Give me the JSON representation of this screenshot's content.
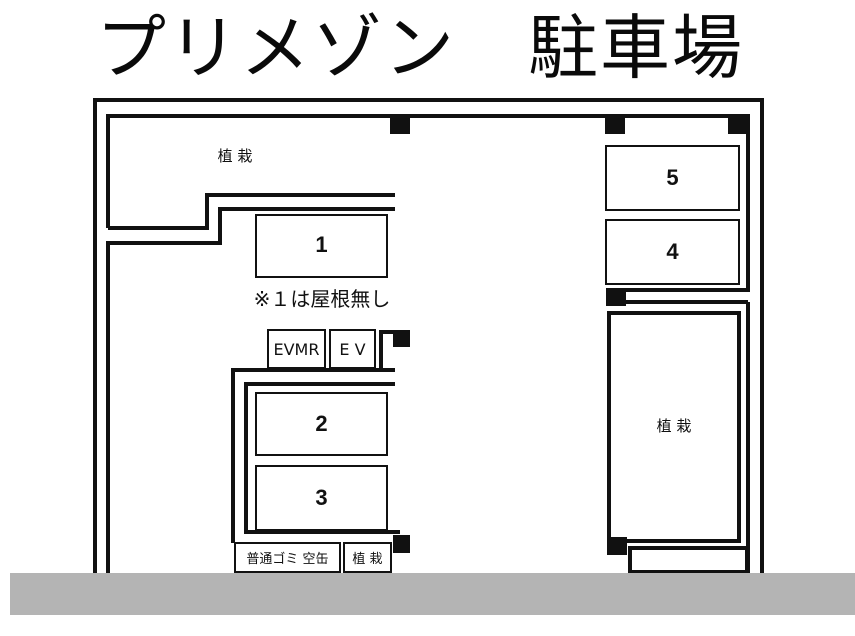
{
  "title": "プリメゾン　駐車場",
  "parking_spaces": [
    {
      "number": "1",
      "note": "※１は屋根無し"
    },
    {
      "number": "2"
    },
    {
      "number": "3"
    },
    {
      "number": "4"
    },
    {
      "number": "5"
    }
  ],
  "facilities": {
    "planting_top_left": "植 栽",
    "planting_right": "植 栽",
    "planting_bottom": "植 栽",
    "evmr": "EVMR",
    "ev": "E V",
    "garbage": "普通ゴミ 空缶"
  },
  "colors": {
    "wall": "#111111",
    "ground": "#b4b4b4",
    "background": "#ffffff"
  }
}
